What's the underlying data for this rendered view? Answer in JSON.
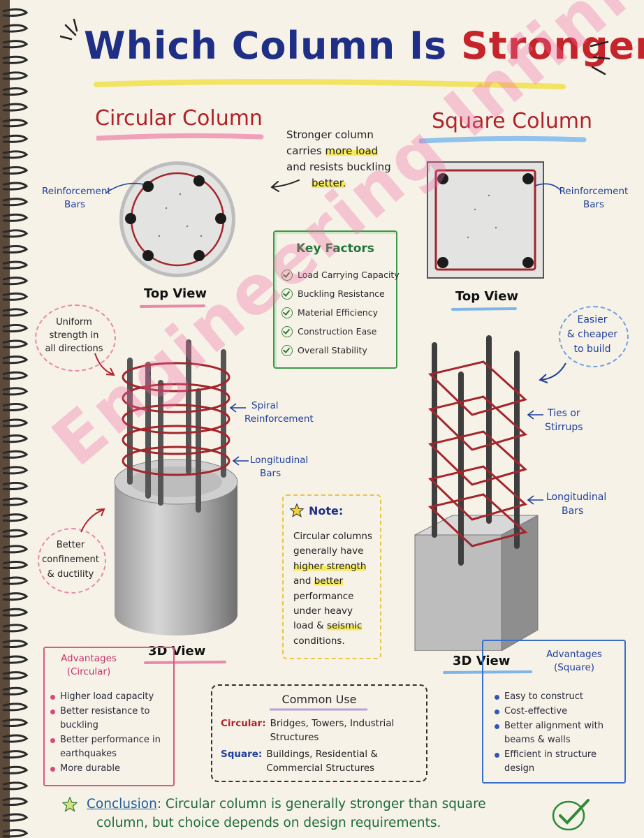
{
  "title": {
    "part1": "Which Column Is",
    "part2": "Stronger?"
  },
  "circular": {
    "heading": "Circular Column",
    "reinforcement_label": [
      "Reinforcement",
      "Bars"
    ],
    "top_view": "Top View",
    "view_3d": "3D View",
    "uniform_note": [
      "Uniform",
      "strength in",
      "all directions"
    ],
    "spiral_label": [
      "Spiral",
      "Reinforcement"
    ],
    "longitudinal_label": [
      "Longitudinal",
      "Bars"
    ],
    "confinement_note": [
      "Better",
      "confinement",
      "& ductility"
    ]
  },
  "square": {
    "heading": "Square Column",
    "reinforcement_label": [
      "Reinforcement",
      "Bars"
    ],
    "top_view": "Top View",
    "view_3d": "3D View",
    "easier_note": [
      "Easier",
      "& cheaper",
      "to build"
    ],
    "ties_label": [
      "Ties or",
      "Stirrups"
    ],
    "longitudinal_label": [
      "Longitudinal",
      "Bars"
    ]
  },
  "center_note": {
    "l1": "Stronger column",
    "l2a": "carries ",
    "l2b": "more load",
    "l3": "and resists buckling",
    "l4": "better."
  },
  "key_factors": {
    "title": "Key Factors",
    "items": [
      "Load Carrying Capacity",
      "Buckling Resistance",
      "Material Efficiency",
      "Construction Ease",
      "Overall Stability"
    ]
  },
  "note": {
    "title": "Note:",
    "l1": "Circular columns",
    "l2": "generally have",
    "l3": "higher strength",
    "l4a": "and ",
    "l4b": "better",
    "l5": "performance",
    "l6": "under heavy",
    "l7a": "load & ",
    "l7b": "seismic",
    "l8": "conditions."
  },
  "advantages_circular": {
    "title": [
      "Advantages",
      "(Circular)"
    ],
    "items": [
      "Higher load capacity",
      "Better resistance to buckling",
      "Better performance in earthquakes",
      "More durable"
    ]
  },
  "advantages_square": {
    "title": [
      "Advantages",
      "(Square)"
    ],
    "items": [
      "Easy to construct",
      "Cost-effective",
      "Better alignment with beams & walls",
      "Efficient in structure design"
    ]
  },
  "common_use": {
    "title": "Common Use",
    "circular_label": "Circular:",
    "circular_text": [
      "Bridges, Towers, Industrial",
      "Structures"
    ],
    "square_label": "Square:",
    "square_text": [
      "Buildings, Residential &",
      "Commercial Structures"
    ]
  },
  "conclusion": {
    "label": "Conclusion",
    "line1": ": Circular column is generally stronger than square",
    "line2": "column, but choice depends on design requirements."
  },
  "watermark": "Engineering Infinity",
  "colors": {
    "title_blue": "#1f2f86",
    "title_red": "#c5242b",
    "rebar": "#a3262c",
    "green": "#21743a",
    "pink": "#d95a85",
    "blue": "#3a6fc9"
  }
}
